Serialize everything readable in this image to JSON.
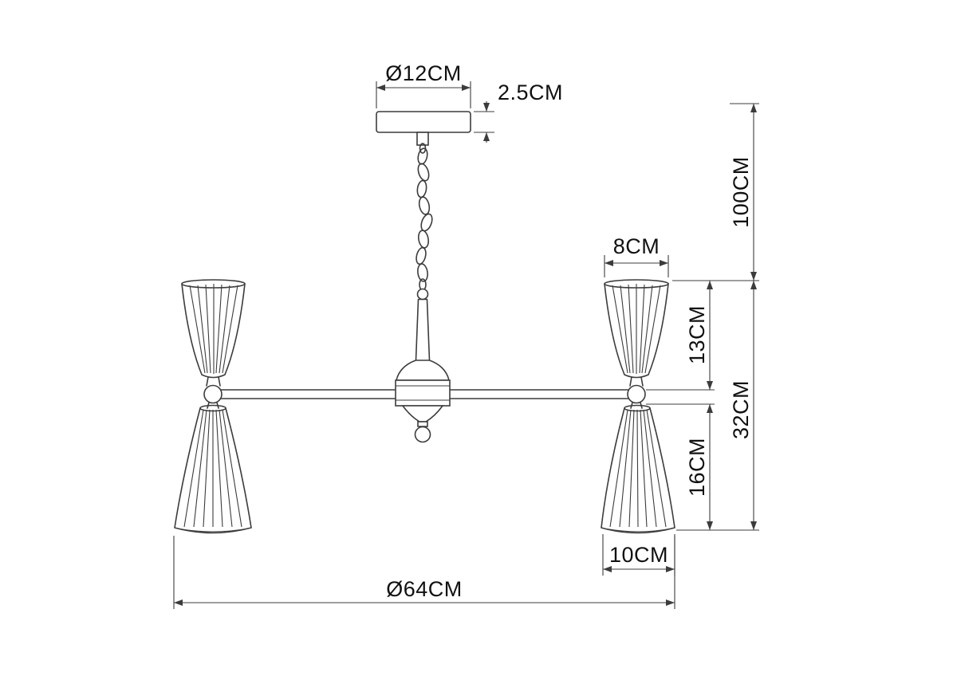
{
  "dims": {
    "canopy_diameter": "Ø12CM",
    "canopy_height": "2.5CM",
    "shade_top_width": "8CM",
    "suspension_height": "100CM",
    "upper_shade_height": "13CM",
    "body_height": "32CM",
    "lower_shade_height": "16CM",
    "lower_shade_width": "10CM",
    "overall_diameter": "Ø64CM"
  },
  "colors": {
    "line": "#3c3c3c",
    "dimension": "#3c3c3c",
    "text": "#111111",
    "background": "#ffffff"
  }
}
